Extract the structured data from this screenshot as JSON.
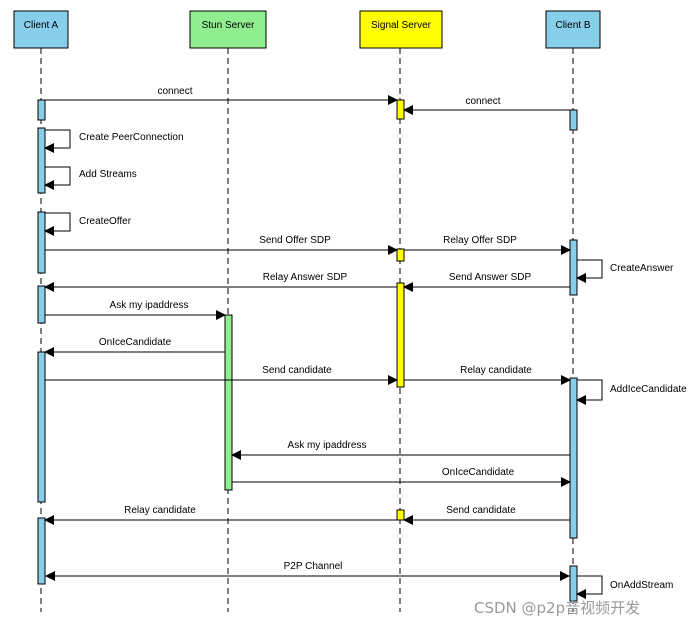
{
  "participants": [
    {
      "id": "client_a",
      "name": "Client A",
      "color": "#87ceeb"
    },
    {
      "id": "stun",
      "name": "Stun Server",
      "color": "#90ee90"
    },
    {
      "id": "signal",
      "name": "Signal Server",
      "color": "#ffff00"
    },
    {
      "id": "client_b",
      "name": "Client B",
      "color": "#87ceeb"
    }
  ],
  "messages": [
    {
      "from": "client_a",
      "to": "signal",
      "label": "connect"
    },
    {
      "from": "client_b",
      "to": "signal",
      "label": "connect"
    },
    {
      "from": "client_a",
      "to": "client_a",
      "label": "Create PeerConnection"
    },
    {
      "from": "client_a",
      "to": "client_a",
      "label": "Add Streams"
    },
    {
      "from": "client_a",
      "to": "client_a",
      "label": "CreateOffer"
    },
    {
      "from": "client_a",
      "to": "signal",
      "label": "Send Offer SDP"
    },
    {
      "from": "signal",
      "to": "client_b",
      "label": "Relay Offer SDP"
    },
    {
      "from": "client_b",
      "to": "client_b",
      "label": "CreateAnswer"
    },
    {
      "from": "client_b",
      "to": "signal",
      "label": "Send Answer SDP"
    },
    {
      "from": "signal",
      "to": "client_a",
      "label": "Relay Answer SDP"
    },
    {
      "from": "client_a",
      "to": "stun",
      "label": "Ask my ipaddress"
    },
    {
      "from": "stun",
      "to": "client_a",
      "label": "OnIceCandidate"
    },
    {
      "from": "client_a",
      "to": "signal",
      "label": "Send candidate"
    },
    {
      "from": "signal",
      "to": "client_b",
      "label": "Relay candidate"
    },
    {
      "from": "client_b",
      "to": "client_b",
      "label": "AddIceCandidate"
    },
    {
      "from": "client_b",
      "to": "stun",
      "label": "Ask my ipaddress"
    },
    {
      "from": "stun",
      "to": "client_b",
      "label": "OnIceCandidate"
    },
    {
      "from": "client_b",
      "to": "signal",
      "label": "Send candidate"
    },
    {
      "from": "signal",
      "to": "client_a",
      "label": "Relay candidate"
    },
    {
      "from": "client_a",
      "to": "client_b",
      "label": "P2P Channel",
      "bidirectional": true
    },
    {
      "from": "client_b",
      "to": "client_b",
      "label": "OnAddStream"
    }
  ],
  "watermark": "CSDN @p2p音视频开发"
}
